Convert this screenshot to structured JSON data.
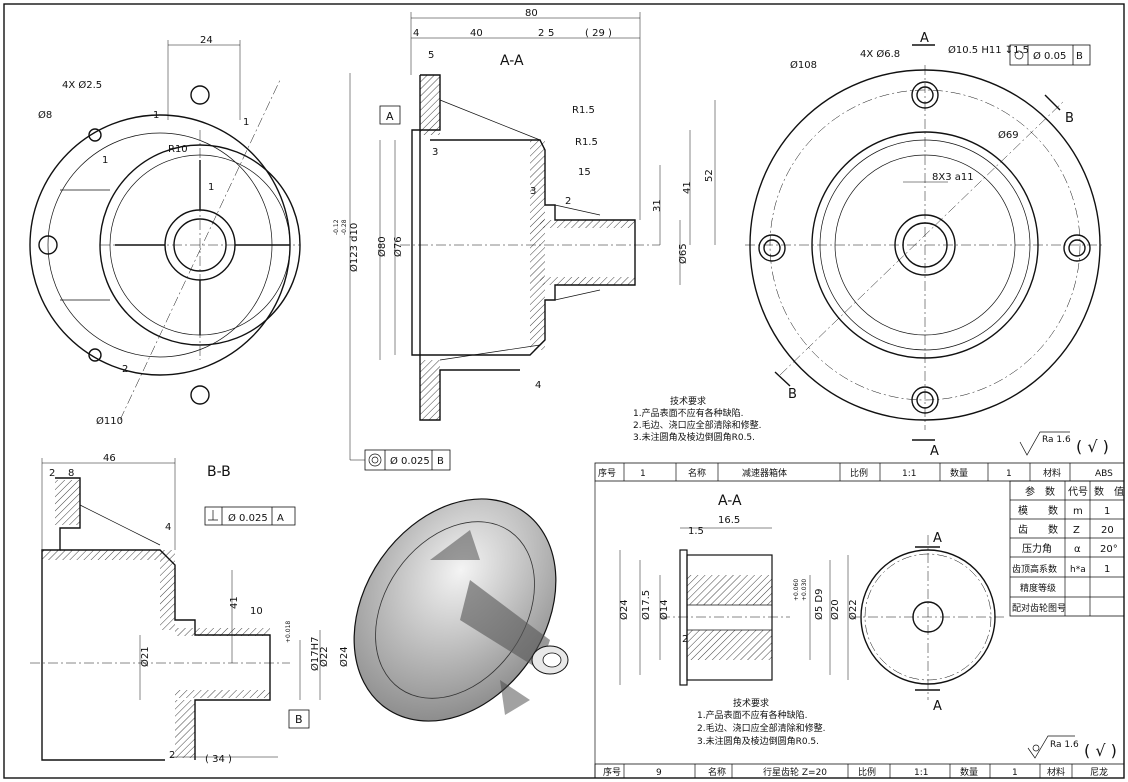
{
  "view_labels": {
    "section_aa": "A-A",
    "section_bb": "B-B",
    "gear_section_aa": "A-A",
    "label_a": "A",
    "label_b": "B"
  },
  "top_left": {
    "d24": "24",
    "holes": "4X Ø2.5",
    "d8": "Ø8",
    "r10": "R10",
    "one_a": "1",
    "one_b": "1",
    "one_c": "1",
    "one_d": "1",
    "two": "2",
    "d110": "Ø110"
  },
  "section_aa": {
    "d80": "80",
    "d4": "4",
    "d40": "40",
    "d2": "2",
    "d5b": "5",
    "d29": "( 29 )",
    "d5": "5",
    "r15a": "R1.5",
    "r15b": "R1.5",
    "d3a": "3",
    "d3b": "3",
    "d15": "15",
    "d2b": "2",
    "d41": "41",
    "d52": "52",
    "d31": "31",
    "d65": "Ø65",
    "d123": "Ø123 d10",
    "d123_tol_up": "-0.12",
    "d123_tol_dn": "-0.28",
    "d80b": "Ø80",
    "d76": "Ø76",
    "d4b": "4",
    "datum": "A",
    "tol_val": "Ø  0.025",
    "tol_datum": "B"
  },
  "top_right": {
    "holes": "4X Ø6.8",
    "hole_spec": "Ø10.5 H11 ↧1.5",
    "tol_val": "Ø  0.05",
    "tol_datum": "B",
    "d108": "Ø108",
    "d69": "Ø69",
    "key": "8X3 a11"
  },
  "tech_req_upper": {
    "title": "技术要求",
    "line1": "1.产品表面不应有各种缺陷.",
    "line2": "2.毛边、浇口应全部清除和修整.",
    "line3": "3.未注圆角及棱边倒圆角R0.5."
  },
  "roughness_upper": {
    "label": "Ra 1.6",
    "check": "( √ )"
  },
  "bb_view": {
    "d46": "46",
    "d2": "2",
    "d8": "8",
    "d4": "4",
    "tol_val": "Ø  0.025",
    "tol_datum": "A",
    "d41": "41",
    "d10": "10",
    "d21": "Ø21",
    "d17": "Ø17H7",
    "d17_tol": "+0.018",
    "d22": "Ø22",
    "d24": "Ø24",
    "datum": "B",
    "d2b": "2",
    "d34": "( 34 )"
  },
  "title_block_upper": {
    "seq_label": "序号",
    "seq": "1",
    "name_label": "名称",
    "name": "减速器箱体",
    "scale_label": "比例",
    "scale": "1:1",
    "qty_label": "数量",
    "qty": "1",
    "mat_label": "材料",
    "mat": "ABS"
  },
  "gear": {
    "d165": "16.5",
    "d15": "1.5",
    "d24": "Ø24",
    "d175": "Ø17.5",
    "d14": "Ø14",
    "d2": "2",
    "d5": "Ø5 D9",
    "d5_tol_up": "+0.060",
    "d5_tol_dn": "+0.030",
    "d20": "Ø20",
    "d22": "Ø22"
  },
  "param_table": {
    "headers": [
      "参　数",
      "代号",
      "数　值"
    ],
    "rows": [
      [
        "模　　数",
        "m",
        "1"
      ],
      [
        "齿　　数",
        "Z",
        "20"
      ],
      [
        "压力角",
        "α",
        "20°"
      ],
      [
        "齿顶高系数",
        "h*a",
        "1"
      ],
      [
        "精度等级",
        "",
        ""
      ],
      [
        "配对齿轮图号",
        "",
        ""
      ]
    ]
  },
  "tech_req_lower": {
    "title": "技术要求",
    "line1": "1.产品表面不应有各种缺陷.",
    "line2": "2.毛边、浇口应全部清除和修整.",
    "line3": "3.未注圆角及棱边倒圆角R0.5."
  },
  "roughness_lower": {
    "label": "Ra 1.6",
    "check": "( √ )"
  },
  "title_block_lower": {
    "seq_label": "序号",
    "seq": "9",
    "name_label": "名称",
    "name": "行星齿轮 Z=20",
    "scale_label": "比例",
    "scale": "1:1",
    "qty_label": "数量",
    "qty": "1",
    "mat_label": "材料",
    "mat": "尼龙"
  }
}
